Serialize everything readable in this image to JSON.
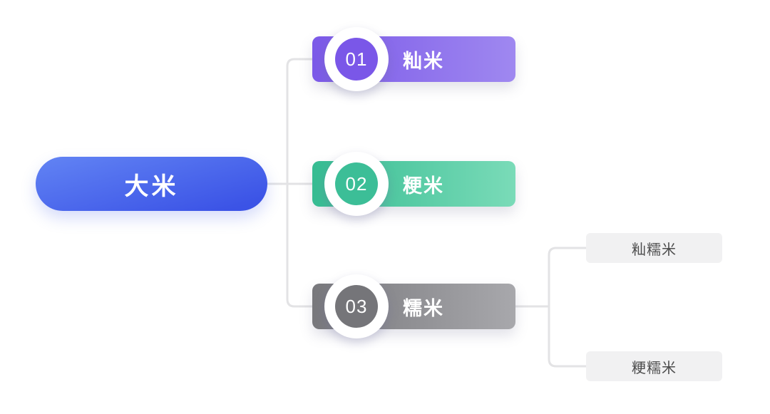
{
  "canvas": {
    "background": "#FFFFFF",
    "connector_color": "#E3E3E5"
  },
  "root": {
    "label": "大米",
    "gradient_start": "#6284F4",
    "gradient_end": "#3B53E6",
    "text_color": "#FFFFFF"
  },
  "branches": [
    {
      "number": "01",
      "label": "籼米",
      "gradient_start": "#7B59E8",
      "gradient_end": "#9F88F0",
      "circle_color": "#7A57E8",
      "text_color": "#FFFFFF"
    },
    {
      "number": "02",
      "label": "粳米",
      "gradient_start": "#36BC92",
      "gradient_end": "#7ADBB8",
      "circle_color": "#3CBE97",
      "text_color": "#FFFFFF"
    },
    {
      "number": "03",
      "label": "糯米",
      "gradient_start": "#78787C",
      "gradient_end": "#A8A8AC",
      "circle_color": "#757579",
      "text_color": "#FFFFFF"
    }
  ],
  "leaves": [
    {
      "label": "籼糯米",
      "background": "#F1F1F2",
      "text_color": "#4D4D4D"
    },
    {
      "label": "粳糯米",
      "background": "#F1F1F2",
      "text_color": "#4D4D4D"
    }
  ]
}
